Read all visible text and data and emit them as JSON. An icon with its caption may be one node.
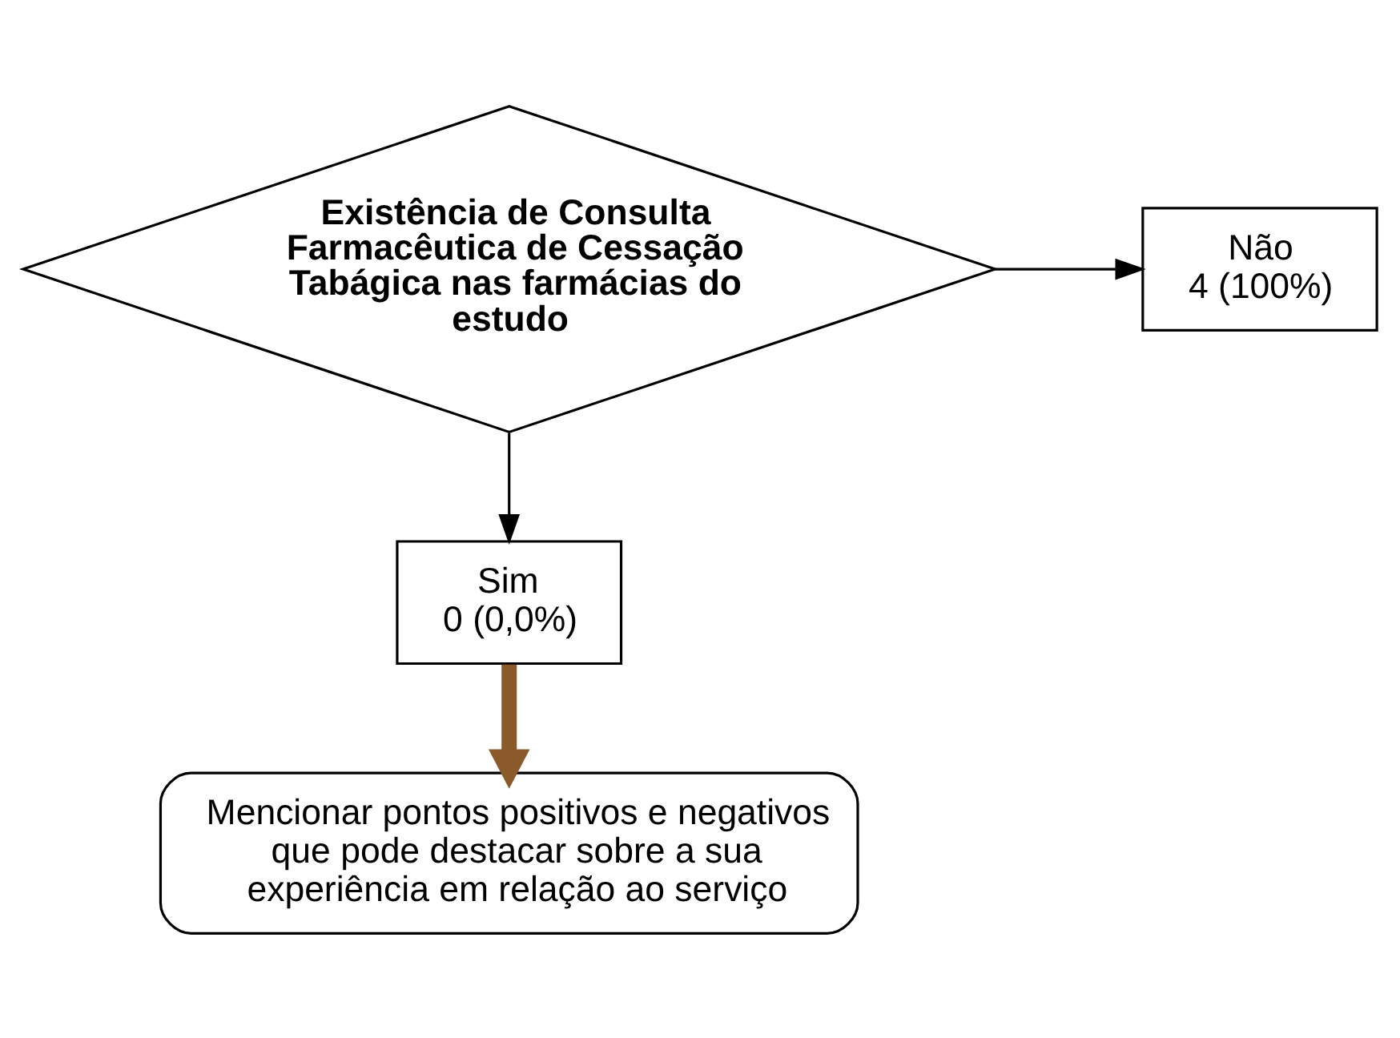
{
  "diagram": {
    "nodes": [
      {
        "text": [
          "Existência de Consulta Farmacêutica de Cessação Tabágica nas farmácias do estudo"
        ]
      },
      {
        "text": [
          "Não",
          "4 (100%)"
        ]
      },
      {
        "text": [
          "Sim",
          "0 (0,0%)"
        ]
      },
      {
        "text": [
          "Mencionar pontos positivos e negativos que pode destacar sobre a sua experiência em relação ao serviço"
        ]
      }
    ],
    "edges": [
      {
        "from": 0,
        "to": 1,
        "arrow": "to"
      },
      {
        "from": 0,
        "to": 2,
        "arrow": "to"
      },
      {
        "from": 2,
        "to": 3,
        "arrow": "to",
        "style": "thick",
        "color": "#8b5a2b"
      }
    ]
  }
}
